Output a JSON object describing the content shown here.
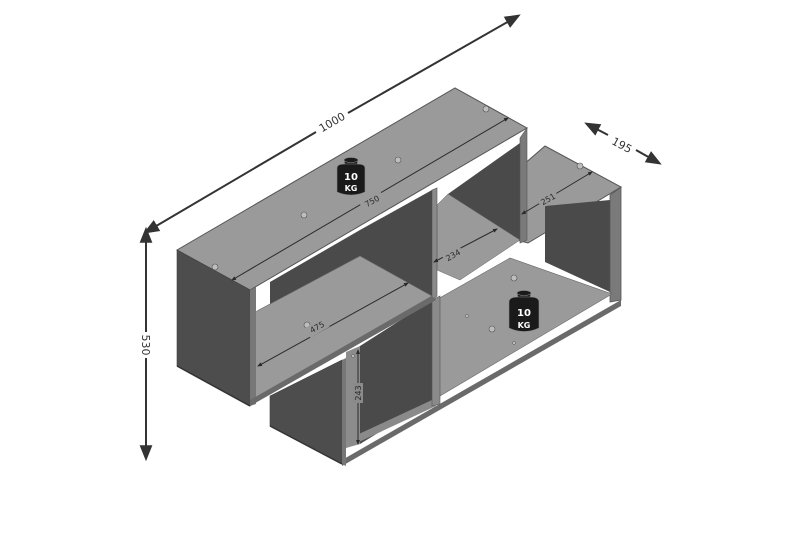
{
  "dimensions": {
    "width": "1000",
    "depth": "195",
    "height": "530"
  },
  "inner_dimensions": {
    "upper_shelf_length": "750",
    "lower_shelf_length": "475",
    "compartment_width": "234",
    "right_depth": "251",
    "compartment_height": "243"
  },
  "weight_labels": [
    {
      "value": "10",
      "unit": "KG"
    },
    {
      "value": "10",
      "unit": "KG"
    }
  ],
  "colors": {
    "dark_panel": "#4d4d4d",
    "darker_panel": "#3a3a3a",
    "top_surface": "#9a9a9a",
    "side_surface": "#808080",
    "arrow": "#333333",
    "weight": "#1a1a1a"
  }
}
